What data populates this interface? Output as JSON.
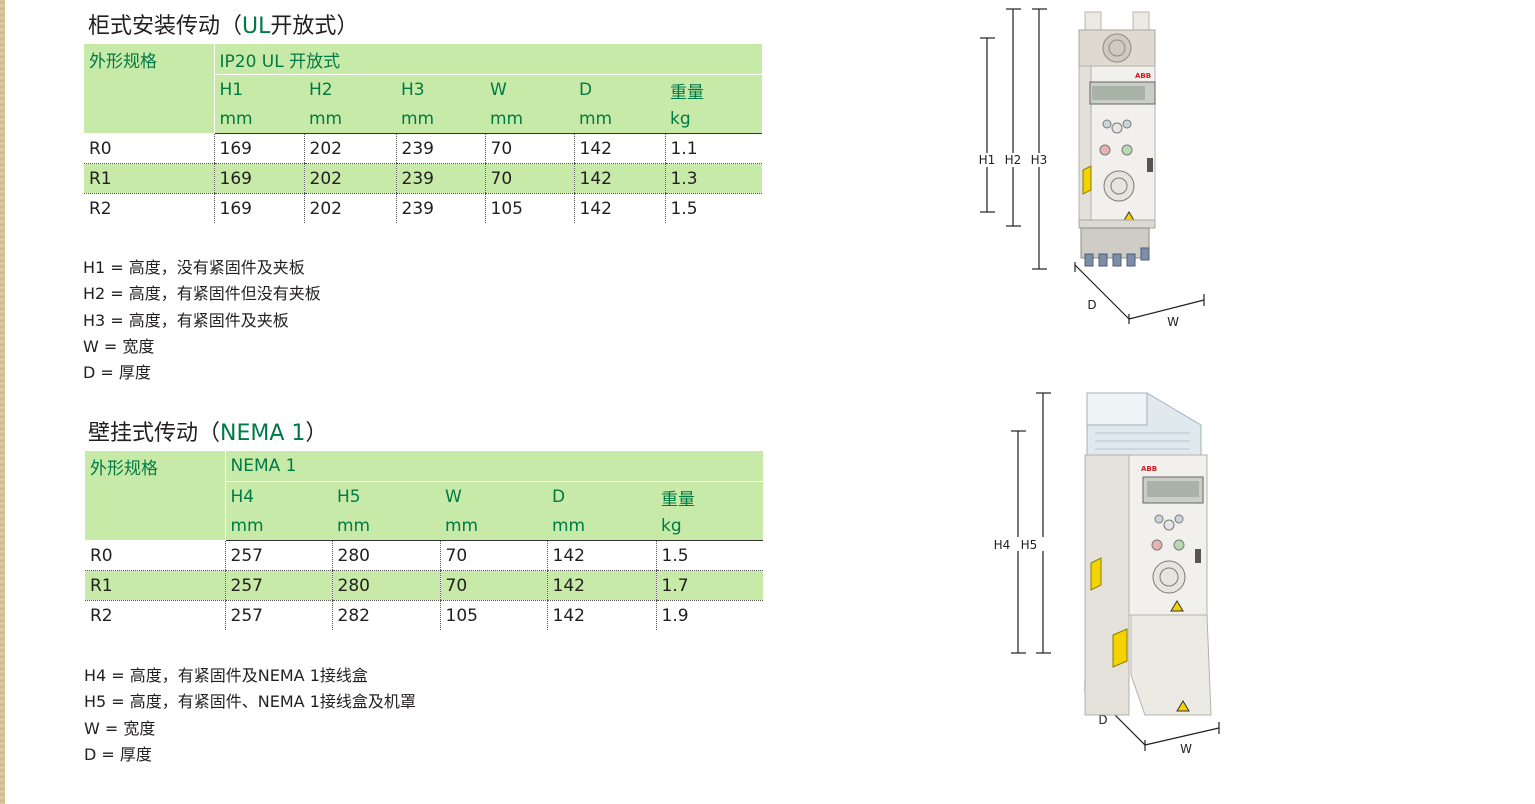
{
  "cabinet": {
    "title_pre": "柜式安装传动（",
    "title_hl": "UL",
    "title_post": "开放式）",
    "frame_label": "外形规格",
    "type_label": "IP20 UL 开放式",
    "columns": [
      {
        "name": "H1",
        "unit": "mm"
      },
      {
        "name": "H2",
        "unit": "mm"
      },
      {
        "name": "H3",
        "unit": "mm"
      },
      {
        "name": "W",
        "unit": "mm"
      },
      {
        "name": "D",
        "unit": "mm"
      },
      {
        "name": "重量",
        "unit": "kg"
      }
    ],
    "rows": [
      {
        "frame": "R0",
        "values": [
          "169",
          "202",
          "239",
          "70",
          "142",
          "1.1"
        ]
      },
      {
        "frame": "R1",
        "values": [
          "169",
          "202",
          "239",
          "70",
          "142",
          "1.3"
        ]
      },
      {
        "frame": "R2",
        "values": [
          "169",
          "202",
          "239",
          "105",
          "142",
          "1.5"
        ]
      }
    ],
    "notes": [
      "H1 = 高度，没有紧固件及夹板",
      "H2 = 高度，有紧固件但没有夹板",
      "H3 = 高度，有紧固件及夹板",
      "W  = 宽度",
      "D   = 厚度"
    ]
  },
  "wall": {
    "title_pre": "壁挂式传动（",
    "title_hl": "NEMA 1",
    "title_post": "）",
    "frame_label": "外形规格",
    "type_label": "NEMA 1",
    "columns": [
      {
        "name": "H4",
        "unit": "mm"
      },
      {
        "name": "H5",
        "unit": "mm"
      },
      {
        "name": "W",
        "unit": "mm"
      },
      {
        "name": "D",
        "unit": "mm"
      },
      {
        "name": "重量",
        "unit": "kg"
      }
    ],
    "rows": [
      {
        "frame": "R0",
        "values": [
          "257",
          "280",
          "70",
          "142",
          "1.5"
        ]
      },
      {
        "frame": "R1",
        "values": [
          "257",
          "280",
          "70",
          "142",
          "1.7"
        ]
      },
      {
        "frame": "R2",
        "values": [
          "257",
          "282",
          "105",
          "142",
          "1.9"
        ]
      }
    ],
    "notes": [
      "H4 = 高度，有紧固件及NEMA 1接线盒",
      "H5 = 高度，有紧固件、NEMA 1接线盒及机罩",
      "W  = 宽度",
      "D   = 厚度"
    ]
  },
  "figure1": {
    "labels": [
      "H1",
      "H2",
      "H3",
      "D",
      "W"
    ],
    "brand": "ABB"
  },
  "figure2": {
    "labels": [
      "H4",
      "H5",
      "D",
      "W"
    ],
    "brand": "ABB"
  },
  "colors": {
    "header_green": "#c8eaa8",
    "text_green": "#007a45"
  }
}
